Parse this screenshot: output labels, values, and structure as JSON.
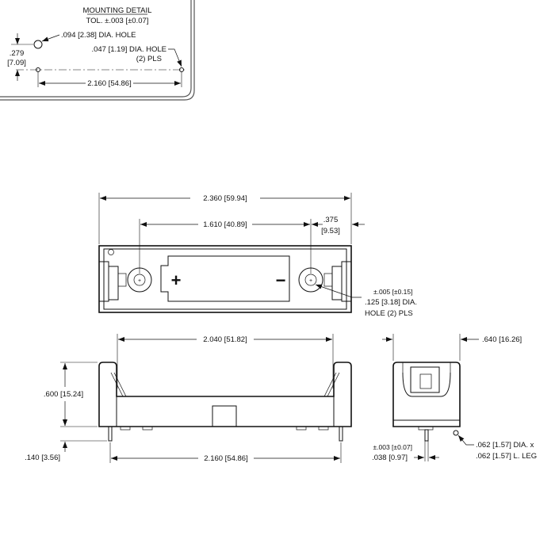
{
  "mounting_detail": {
    "title": "MOUNTING DETAIL",
    "tolerance": "TOL. ±.003 [±0.07]",
    "big_hole": ".094 [2.38] DIA. HOLE",
    "small_hole_line1": ".047 [1.19] DIA. HOLE",
    "small_hole_line2": "(2) PLS",
    "height_in": ".279",
    "height_mm": "[7.09]",
    "spacing": "2.160 [54.86]"
  },
  "top_view": {
    "overall_length": "2.360 [59.94]",
    "hole_spacing": "1.610 [40.89]",
    "end_offset_in": ".375",
    "end_offset_mm": "[9.53]",
    "hole_tol": "±.005 [±0.15]",
    "hole_dia_line1": ".125 [3.18] DIA.",
    "hole_dia_line2": "HOLE (2) PLS",
    "plus_symbol": "+",
    "minus_symbol": "−"
  },
  "front_view": {
    "inner_length": "2.040 [51.82]",
    "height": ".600 [15.24]",
    "leg_length": ".140 [3.56]",
    "leg_spacing": "2.160 [54.86]"
  },
  "side_view": {
    "width": ".640 [16.26]",
    "leg_tol": "±.003 [±0.07]",
    "leg_offset": ".038 [0.97]",
    "leg_dia_line1": ".062 [1.57] DIA. x",
    "leg_dia_line2": ".062 [1.57] L. LEG"
  },
  "colors": {
    "ink": "#111111",
    "background": "#ffffff",
    "panel_border": "#555555"
  }
}
